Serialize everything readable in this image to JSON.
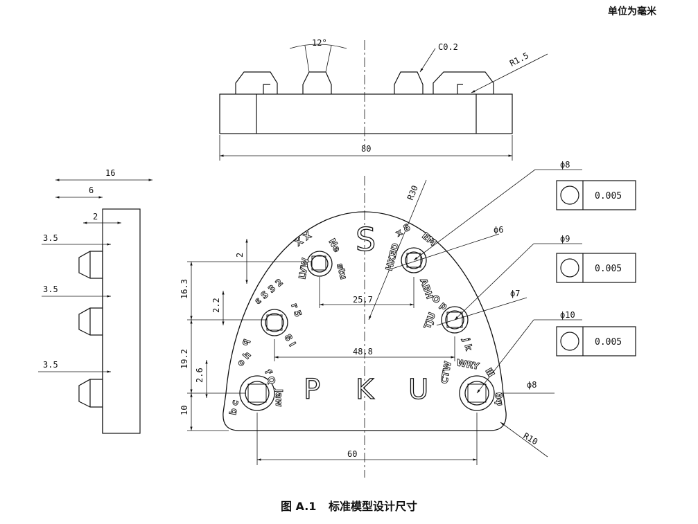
{
  "unit_note": "单位为毫米",
  "caption": {
    "number": "图 A.1",
    "title": "标准模型设计尺寸"
  },
  "top_view": {
    "angle": "12°",
    "chamfer": "C0.2",
    "radius": "R1.5",
    "width": "80"
  },
  "side_view": {
    "d16": "16",
    "d6": "6",
    "d2": "2",
    "d35": "3.5"
  },
  "front_view": {
    "r30": "R30",
    "r10": "R10",
    "d2": "2",
    "d163": "16.3",
    "d22": "2.2",
    "d192": "19.2",
    "d26": "2.6",
    "d10": "10",
    "d257": "25.7",
    "d488": "48.8",
    "d60": "60",
    "phi8_top": "ϕ8",
    "phi6": "ϕ6",
    "phi9": "ϕ9",
    "phi7": "ϕ7",
    "phi10": "ϕ10",
    "phi8_right": "ϕ8",
    "logo": [
      "P",
      "K",
      "U"
    ],
    "logo_s": "S"
  },
  "tolerance_boxes": [
    "0.005",
    "0.005",
    "0.005"
  ]
}
